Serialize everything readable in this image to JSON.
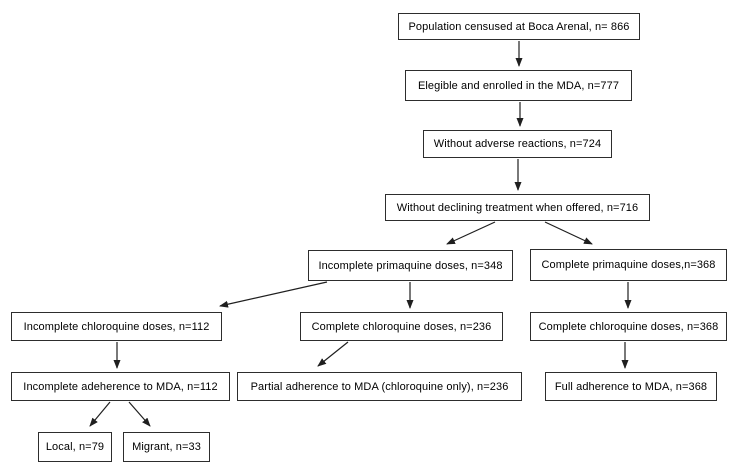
{
  "diagram": {
    "type": "flowchart",
    "colors": {
      "background": "#ffffff",
      "box_fill": "#ffffff",
      "box_border": "#2d2d2d",
      "arrow": "#1f1f1f",
      "text": "#000000"
    },
    "nodes": [
      {
        "id": "population",
        "label": "Population censused at Boca Arenal, n= 866"
      },
      {
        "id": "eligible",
        "label": "Elegible and enrolled in the MDA, n=777"
      },
      {
        "id": "no-adverse",
        "label": "Without adverse reactions, n=724"
      },
      {
        "id": "no-declining",
        "label": "Without declining treatment when offered, n=716"
      },
      {
        "id": "incomplete-primaquine",
        "label": "Incomplete primaquine doses, n=348"
      },
      {
        "id": "complete-primaquine",
        "label": "Complete primaquine doses,n=368"
      },
      {
        "id": "incomplete-chloroquine",
        "label": "Incomplete chloroquine doses, n=112"
      },
      {
        "id": "complete-chloroquine-236",
        "label": "Complete chloroquine doses, n=236"
      },
      {
        "id": "complete-chloroquine-368",
        "label": "Complete chloroquine doses, n=368"
      },
      {
        "id": "incomplete-adherence",
        "label": "Incomplete adeherence to MDA, n=112"
      },
      {
        "id": "partial-adherence",
        "label": "Partial adherence to MDA (chloroquine only), n=236"
      },
      {
        "id": "full-adherence",
        "label": "Full adherence to MDA, n=368"
      },
      {
        "id": "local",
        "label": "Local, n=79"
      },
      {
        "id": "migrant",
        "label": "Migrant, n=33"
      }
    ],
    "edges": [
      {
        "from": "population",
        "to": "eligible"
      },
      {
        "from": "eligible",
        "to": "no-adverse"
      },
      {
        "from": "no-adverse",
        "to": "no-declining"
      },
      {
        "from": "no-declining",
        "to": "incomplete-primaquine"
      },
      {
        "from": "no-declining",
        "to": "complete-primaquine"
      },
      {
        "from": "incomplete-primaquine",
        "to": "incomplete-chloroquine"
      },
      {
        "from": "incomplete-primaquine",
        "to": "complete-chloroquine-236"
      },
      {
        "from": "complete-primaquine",
        "to": "complete-chloroquine-368"
      },
      {
        "from": "incomplete-chloroquine",
        "to": "incomplete-adherence"
      },
      {
        "from": "complete-chloroquine-236",
        "to": "partial-adherence"
      },
      {
        "from": "complete-chloroquine-368",
        "to": "full-adherence"
      },
      {
        "from": "incomplete-adherence",
        "to": "local"
      },
      {
        "from": "incomplete-adherence",
        "to": "migrant"
      }
    ]
  }
}
